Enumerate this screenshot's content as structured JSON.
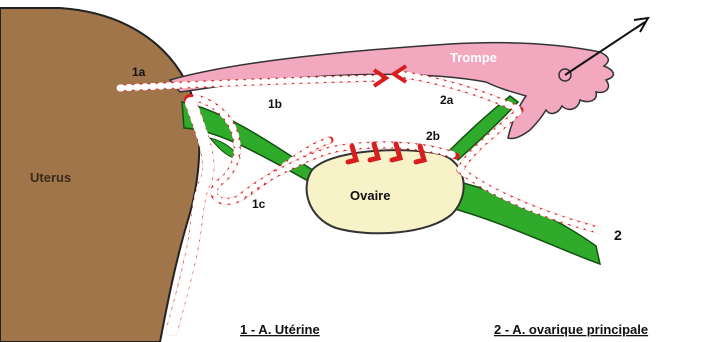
{
  "labels": {
    "uterus": "Uterus",
    "ovaire": "Ovaire",
    "trompe": "Trompe",
    "a1a": "1a",
    "a1b": "1b",
    "a1c": "1c",
    "a2": "2",
    "a2a": "2a",
    "a2b": "2b"
  },
  "legend": {
    "item1": "1 - A. Utérine",
    "item2": "2 - A. ovarique principale"
  },
  "colors": {
    "uterus": "#a0754a",
    "artery": "#d81e1e",
    "tube": "#f2a8bf",
    "ovary": "#f7f2c7",
    "ligament": "#2faa2a"
  }
}
